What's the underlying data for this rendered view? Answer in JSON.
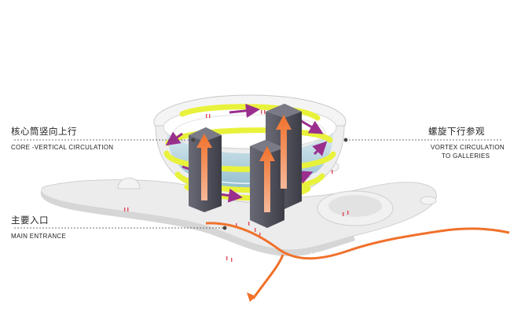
{
  "labels": {
    "core": {
      "cn": "核心筒竖向上行",
      "en": "CORE -VERTICAL CIRCULATION"
    },
    "vortex": {
      "cn": "螺旋下行参观",
      "en_line1": "VORTEX CIRCULATION",
      "en_line2": "TO GALLERIES"
    },
    "entrance": {
      "cn": "主要入口",
      "en": "MAIN ENTRANCE"
    }
  },
  "colors": {
    "orange": "#f0712b",
    "yellow": "#e9f23a",
    "purple": "#9b2f8e",
    "core_dark": "#4f4f5a",
    "glass": "#9fc6d6"
  },
  "icons": [
    "upward-arrow-icon",
    "circulation-arrow-icon",
    "entrance-path-icon"
  ]
}
